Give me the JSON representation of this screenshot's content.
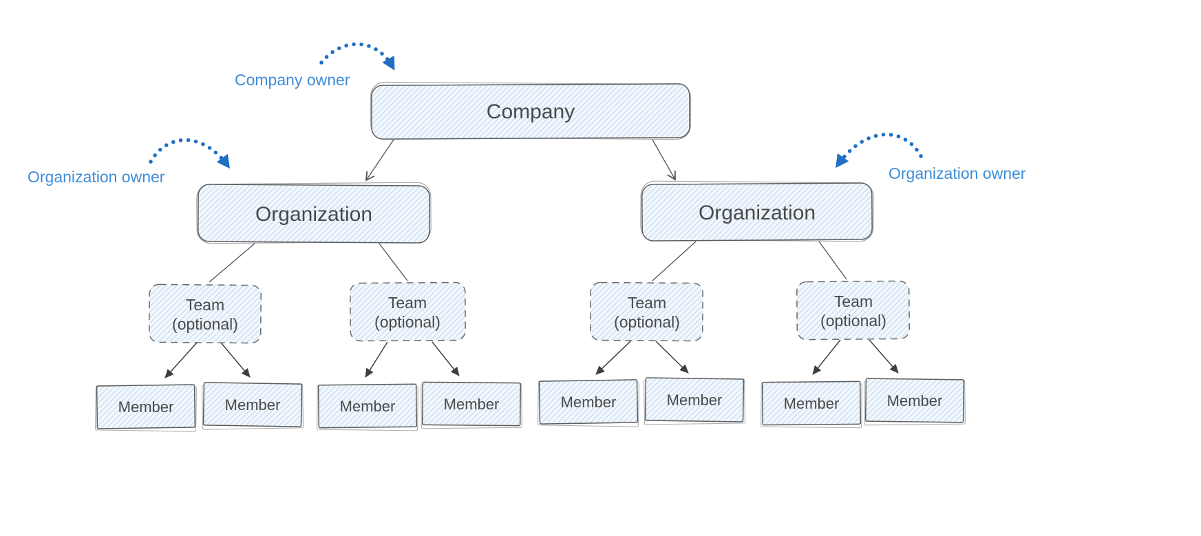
{
  "diagram": {
    "type": "org-structure-tree",
    "background": "#ffffff",
    "nodes": {
      "company": {
        "label": "Company"
      },
      "org_left": {
        "label": "Organization"
      },
      "org_right": {
        "label": "Organization"
      },
      "teams": [
        {
          "line1": "Team",
          "line2": "(optional)"
        },
        {
          "line1": "Team",
          "line2": "(optional)"
        },
        {
          "line1": "Team",
          "line2": "(optional)"
        },
        {
          "line1": "Team",
          "line2": "(optional)"
        }
      ],
      "members": [
        "Member",
        "Member",
        "Member",
        "Member",
        "Member",
        "Member",
        "Member",
        "Member"
      ]
    },
    "annotations": {
      "company_owner": {
        "label": "Company owner"
      },
      "org_owner_left": {
        "label": "Organization owner"
      },
      "org_owner_right": {
        "label": "Organization owner"
      }
    },
    "edges": [
      {
        "from": "company",
        "to": "org-left",
        "style": "arrow-open"
      },
      {
        "from": "company",
        "to": "org-right",
        "style": "arrow-open"
      },
      {
        "from": "org-left",
        "to": "team-1",
        "style": "plain-line"
      },
      {
        "from": "org-left",
        "to": "team-2",
        "style": "plain-line"
      },
      {
        "from": "org-right",
        "to": "team-3",
        "style": "plain-line"
      },
      {
        "from": "org-right",
        "to": "team-4",
        "style": "plain-line"
      },
      {
        "from": "team-1",
        "to": "member-1",
        "style": "arrow-solid"
      },
      {
        "from": "team-1",
        "to": "member-2",
        "style": "arrow-solid"
      },
      {
        "from": "team-2",
        "to": "member-3",
        "style": "arrow-solid"
      },
      {
        "from": "team-2",
        "to": "member-4",
        "style": "arrow-solid"
      },
      {
        "from": "team-3",
        "to": "member-5",
        "style": "arrow-solid"
      },
      {
        "from": "team-3",
        "to": "member-6",
        "style": "arrow-solid"
      },
      {
        "from": "team-4",
        "to": "member-7",
        "style": "arrow-solid"
      },
      {
        "from": "team-4",
        "to": "member-8",
        "style": "arrow-solid"
      },
      {
        "from": "company-owner-label",
        "to": "company",
        "style": "dotted-blue-arrow"
      },
      {
        "from": "org-owner-left-label",
        "to": "org-left",
        "style": "dotted-blue-arrow"
      },
      {
        "from": "org-owner-right-label",
        "to": "org-right",
        "style": "dotted-blue-arrow"
      }
    ],
    "colors": {
      "annotation_text": "#3e8dd8",
      "annotation_arrow": "#1f6fc4",
      "box_border": "#5c5c5c",
      "box_fill_base": "#f2f8fd",
      "box_fill_hatch": "#bdd5eb",
      "node_text": "#4a4a4a",
      "connector": "#50505a"
    }
  }
}
